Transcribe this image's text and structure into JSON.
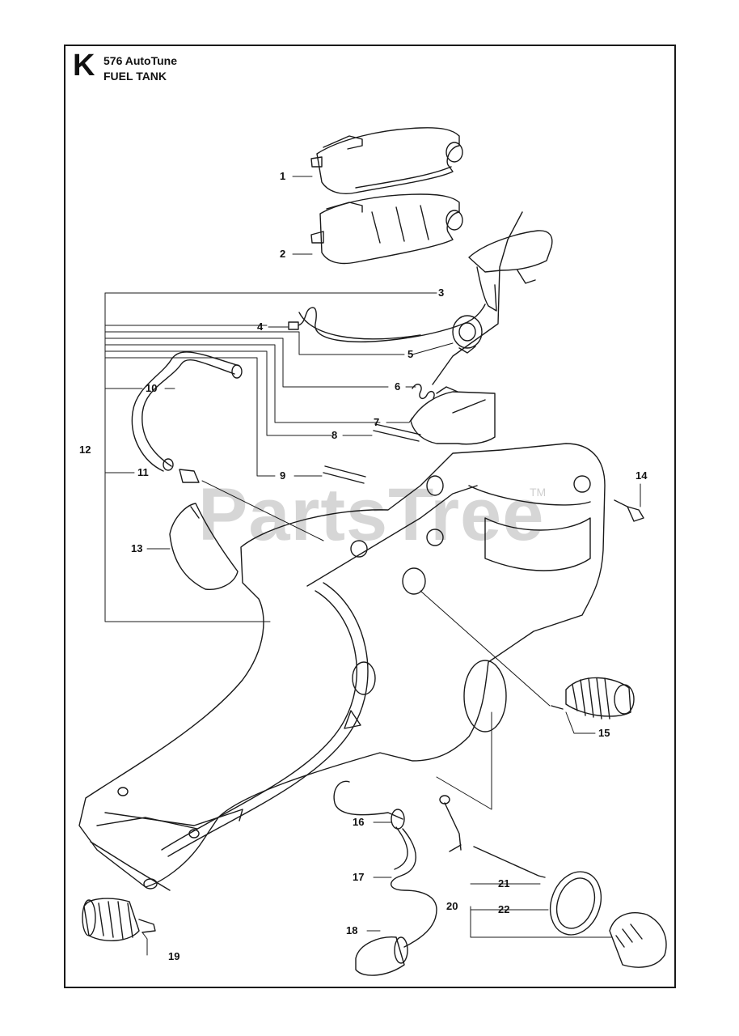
{
  "header": {
    "section_letter": "K",
    "model": "576 AutoTune",
    "title": "FUEL TANK"
  },
  "watermark": {
    "text": "PartsTree",
    "trademark": "TM"
  },
  "callouts": [
    "1",
    "2",
    "3",
    "4",
    "5",
    "6",
    "7",
    "8",
    "9",
    "10",
    "11",
    "12",
    "13",
    "14",
    "15",
    "16",
    "17",
    "18",
    "19",
    "20",
    "21",
    "22"
  ],
  "colors": {
    "line": "#1a1a1a",
    "watermark": "#d6d6d6"
  }
}
